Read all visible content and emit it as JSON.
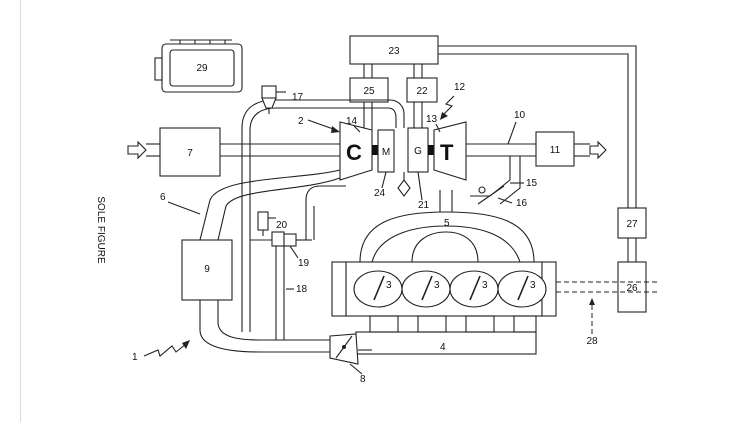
{
  "figure": {
    "side_title": "SOLE FIGURE"
  },
  "components": {
    "c1": "1",
    "c2": "2",
    "c3": "3",
    "c4": "4",
    "c5": "5",
    "c6": "6",
    "c7": "7",
    "c8": "8",
    "c9": "9",
    "c10": "10",
    "c11": "11",
    "c12": "12",
    "c13": "13",
    "c14": "14",
    "c15": "15",
    "c16": "16",
    "c17": "17",
    "c18": "18",
    "c19": "19",
    "c20": "20",
    "c21": "21",
    "c22": "22",
    "c23": "23",
    "c24": "24",
    "c25": "25",
    "c26": "26",
    "c27": "27",
    "c28": "28",
    "c29": "29"
  },
  "block_letters": {
    "compressor": "C",
    "motor": "M",
    "turbine": "T",
    "generator": "G"
  }
}
